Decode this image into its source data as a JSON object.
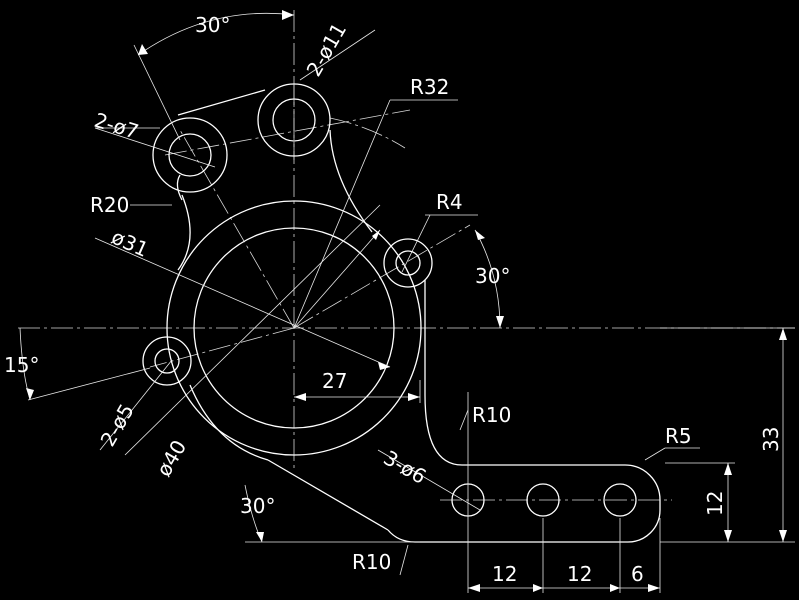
{
  "drawing": {
    "background": "#000000",
    "line_color": "#ffffff",
    "labels": {
      "angle_top": "30°",
      "holes_11": "2-ø11",
      "radius_32": "R32",
      "holes_7": "2-ø7",
      "radius_20": "R20",
      "radius_4": "R4",
      "dia_31": "ø31",
      "angle_right": "30°",
      "angle_15": "15°",
      "dim_27": "27",
      "holes_5": "2-ø5",
      "radius_10_upper": "R10",
      "holes_6": "3-ø6",
      "dia_40": "ø40",
      "radius_5": "R5",
      "dim_33": "33",
      "angle_bottom": "30°",
      "dim_12_vertical": "12",
      "radius_10_lower": "R10",
      "dim_12_a": "12",
      "dim_12_b": "12",
      "dim_6": "6"
    }
  }
}
